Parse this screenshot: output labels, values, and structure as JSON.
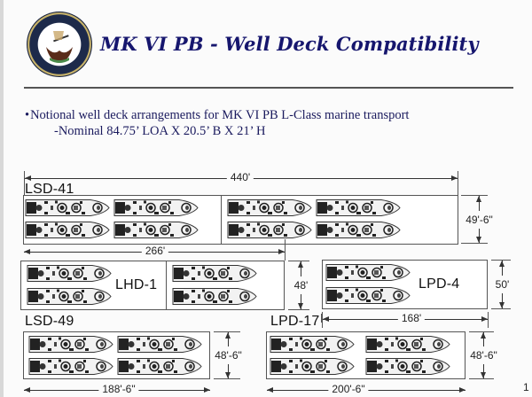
{
  "slide": {
    "title": "MK VI PB - Well Deck Compatibility",
    "logo": "department-of-the-navy-seal",
    "bullet": "Notional well deck arrangements for MK VI PB L-Class marine transport",
    "sub_bullet": "-Nominal 84.75’ LOA X 20.5’ B X 21’ H",
    "page_number": "1",
    "colors": {
      "title": "#16166e",
      "body_text": "#1a1a5e",
      "rule": "#555555"
    }
  },
  "decks": [
    {
      "name": "LSD-41",
      "length": "440'",
      "width": "49'-6\"",
      "boats": 8,
      "sections": 2
    },
    {
      "name": "LHD-1",
      "length": "266'",
      "width": "48'",
      "boats": 4,
      "sections": 2
    },
    {
      "name": "LPD-4",
      "length": "168'",
      "width": "50'",
      "boats": 2,
      "sections": 1
    },
    {
      "name": "LSD-49",
      "length": "188'-6\"",
      "width": "48'-6\"",
      "boats": 4,
      "sections": 1
    },
    {
      "name": "LPD-17",
      "length": "200'-6\"",
      "width": "48'-6\"",
      "boats": 4,
      "sections": 1,
      "inner_length": "168'"
    }
  ]
}
